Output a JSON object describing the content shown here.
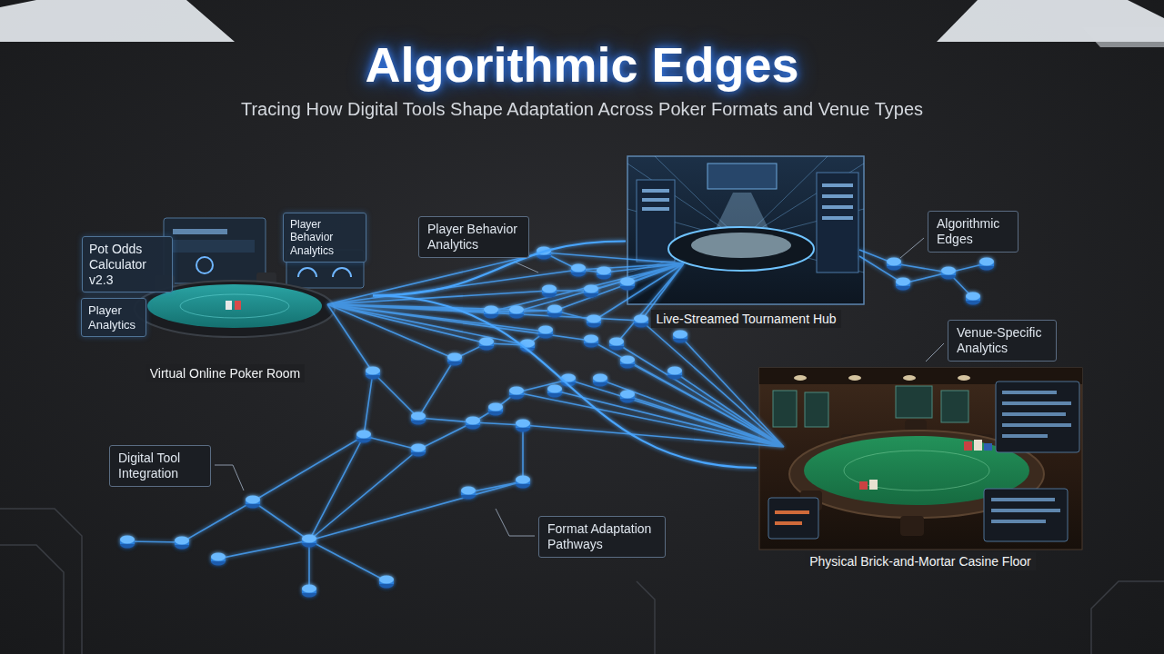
{
  "diagram": {
    "title": "Algorithmic Edges",
    "caption": "Tracing How Digital Tools Shape Adaptation Across Poker Formats and Venue Types",
    "nodes": [
      {
        "text": [
          "Virtual Online Poker Room"
        ]
      },
      {
        "text": [
          "Pot Odds Calculator v2.3"
        ],
        "in": 0
      },
      {
        "text": [
          "Player Behavior Analytics"
        ],
        "in": 0
      },
      {
        "text": [
          "Player Analytics"
        ],
        "in": 0
      },
      {
        "text": [
          "Player Behavior Analytics"
        ]
      },
      {
        "text": [
          "Live-Streamed Tournament Hub"
        ]
      },
      {
        "text": [
          "Algorithmic Edges"
        ]
      },
      {
        "text": [
          "Venue-Specific Analytics"
        ]
      },
      {
        "text": [
          "Digital Tool Integration"
        ]
      },
      {
        "text": [
          "Format Adaptation Pathways"
        ]
      },
      {
        "text": [
          "Physical Brick-and-Mortar Casine Floor"
        ]
      }
    ],
    "edges": [
      {
        "from": 0,
        "to": 5,
        "arrow": "none"
      },
      {
        "from": 0,
        "to": 10,
        "arrow": "none"
      }
    ]
  }
}
